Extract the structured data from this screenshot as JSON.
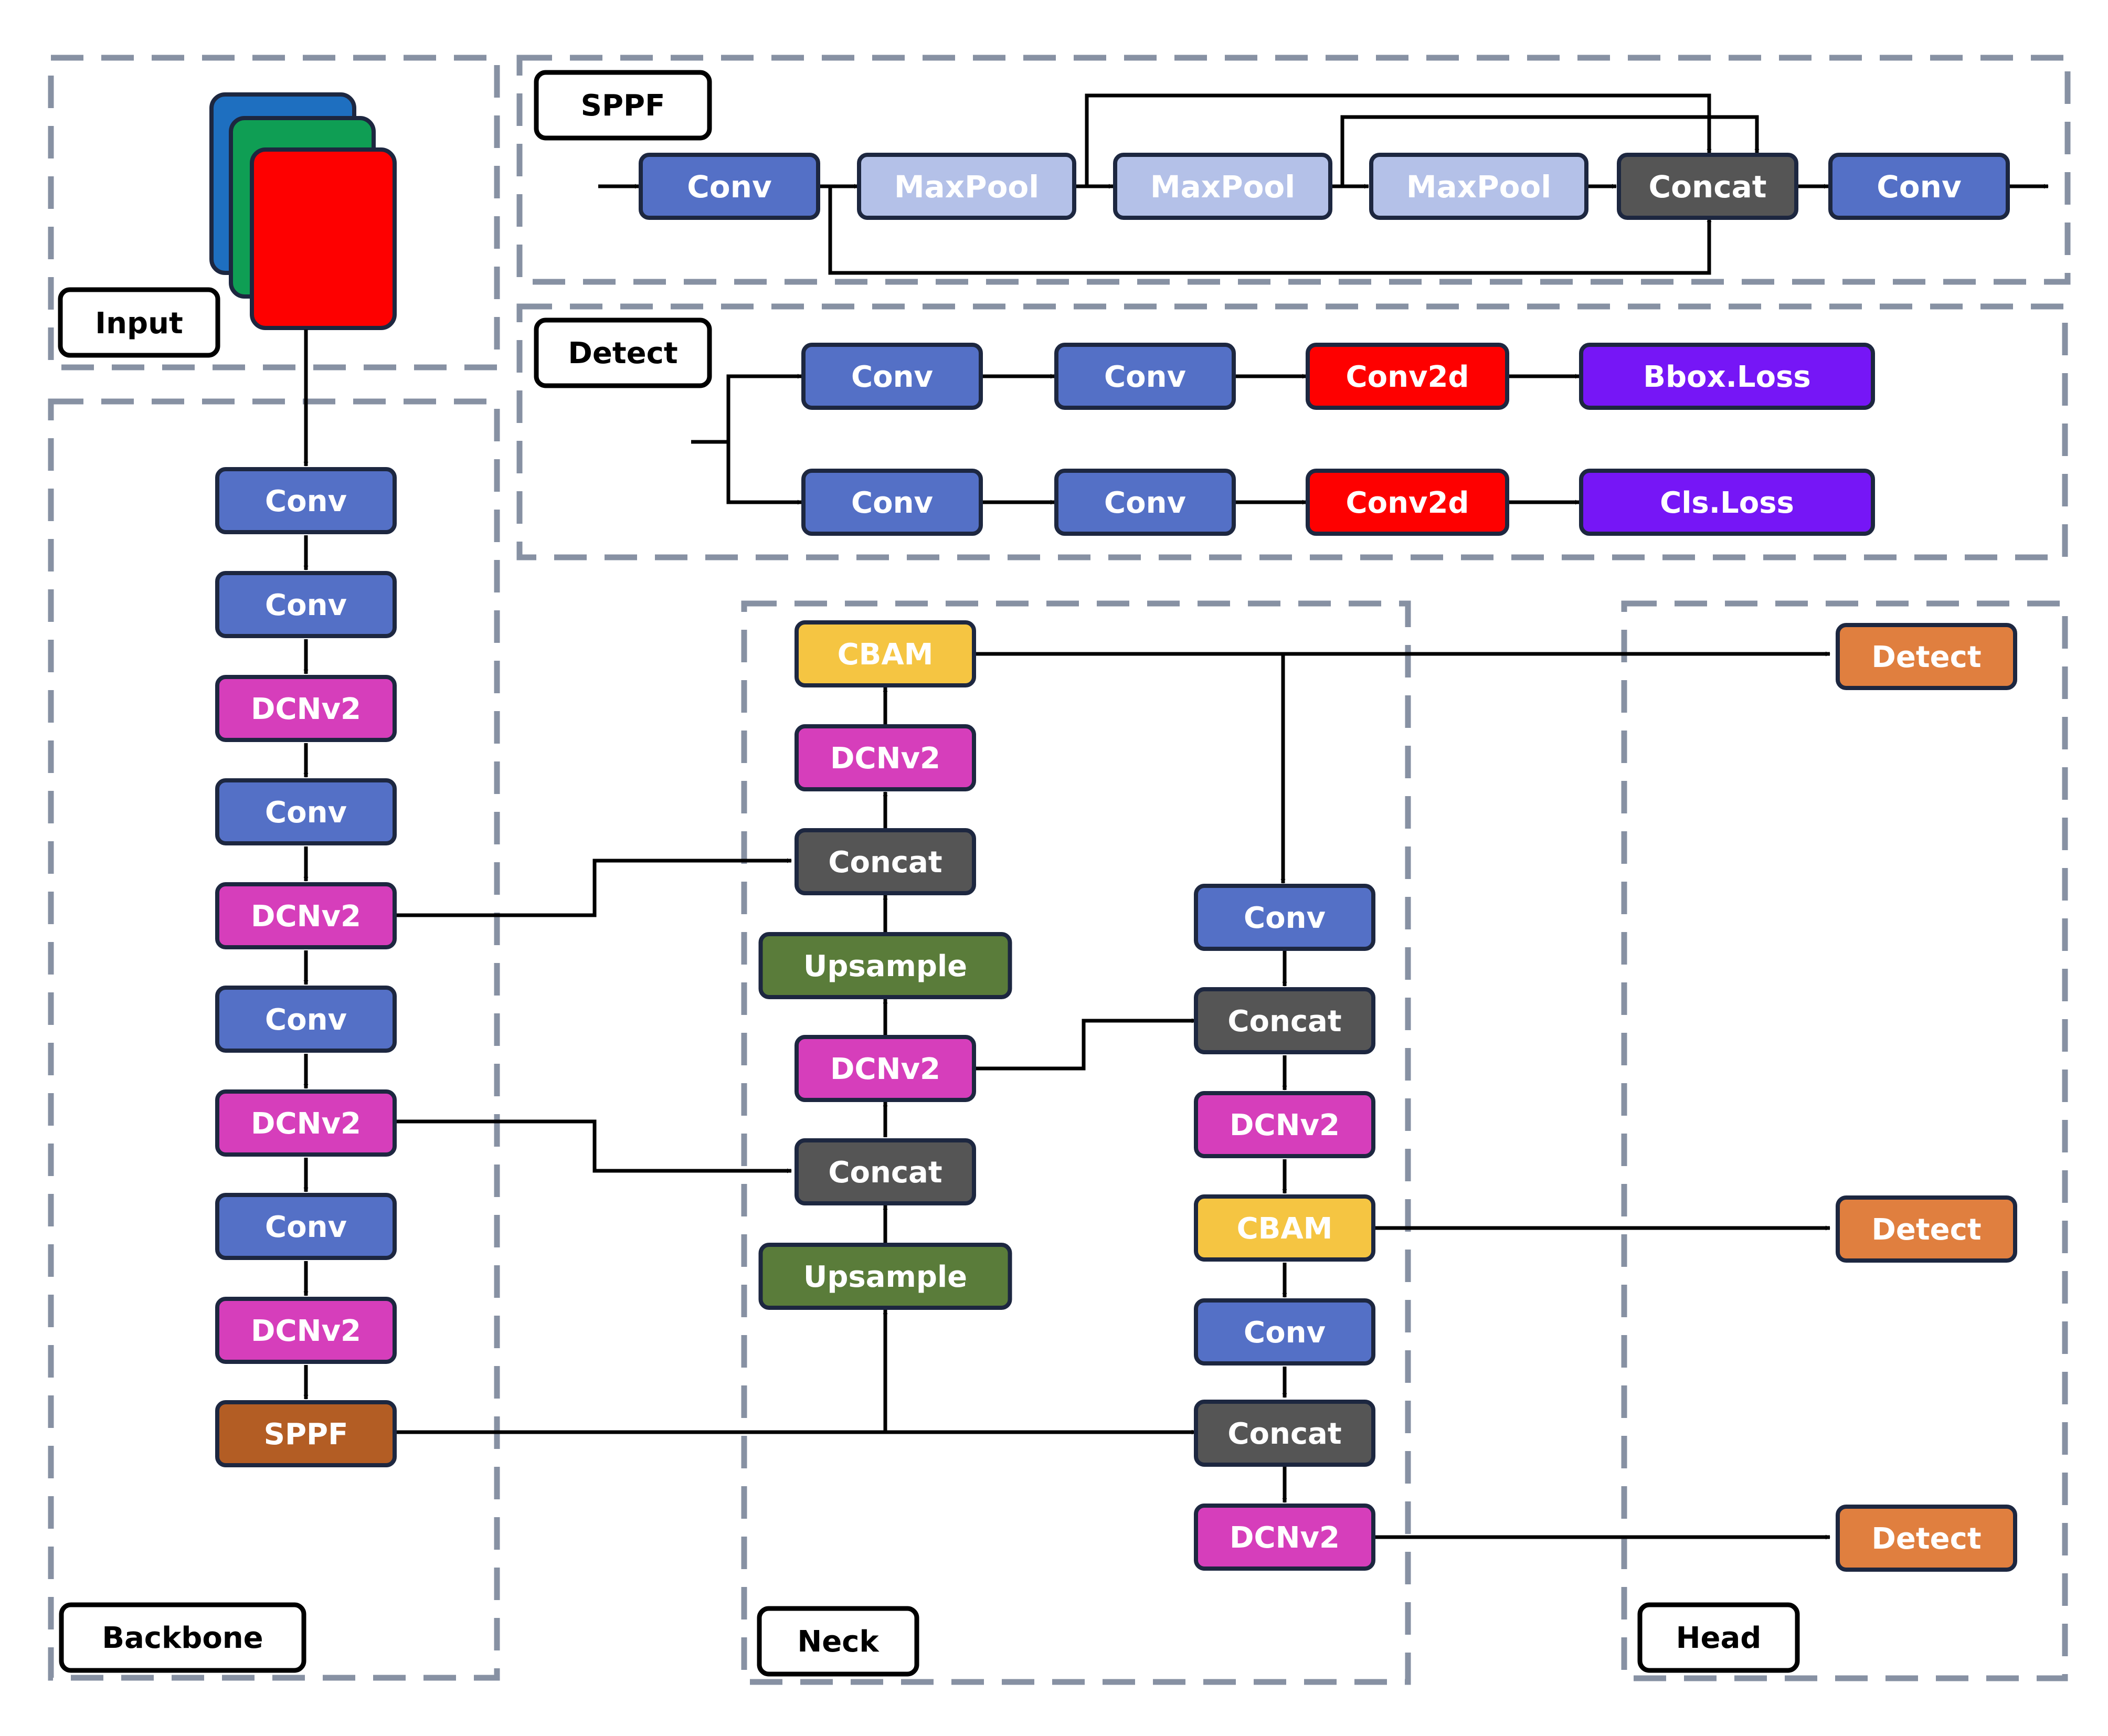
{
  "colors": {
    "conv": "#5470c6",
    "maxpool": "#b4c1e8",
    "concat": "#555555",
    "dcn": "#d63ebb",
    "cbam": "#f5c542",
    "upsample": "#5a7c3a",
    "sppf": "#b35d24",
    "detect_out": "#e07f3f",
    "conv2d": "#fe0000",
    "loss": "#7616f6",
    "input_r": "#fe0000",
    "input_g": "#0f9e54",
    "input_b": "#1e6fc0",
    "dash": "#8791a3",
    "stroke": "#1d2740"
  },
  "sections": {
    "input": "Input",
    "sppf": "SPPF",
    "detect": "Detect",
    "backbone": "Backbone",
    "neck": "Neck",
    "head": "Head"
  },
  "sppf_module": [
    "Conv",
    "MaxPool",
    "MaxPool",
    "MaxPool",
    "Concat",
    "Conv"
  ],
  "detect_module": {
    "box_branch": [
      "Conv",
      "Conv",
      "Conv2d",
      "Bbox.Loss"
    ],
    "cls_branch": [
      "Conv",
      "Conv",
      "Conv2d",
      "Cls.Loss"
    ]
  },
  "backbone": [
    "Conv",
    "Conv",
    "DCNv2",
    "Conv",
    "DCNv2",
    "Conv",
    "DCNv2",
    "Conv",
    "DCNv2",
    "SPPF"
  ],
  "neck_left": [
    "CBAM",
    "DCNv2",
    "Concat",
    "Upsample",
    "DCNv2",
    "Concat",
    "Upsample"
  ],
  "neck_right": [
    "Conv",
    "Concat",
    "DCNv2",
    "CBAM",
    "Conv",
    "Concat",
    "DCNv2"
  ],
  "head": [
    "Detect",
    "Detect",
    "Detect"
  ]
}
